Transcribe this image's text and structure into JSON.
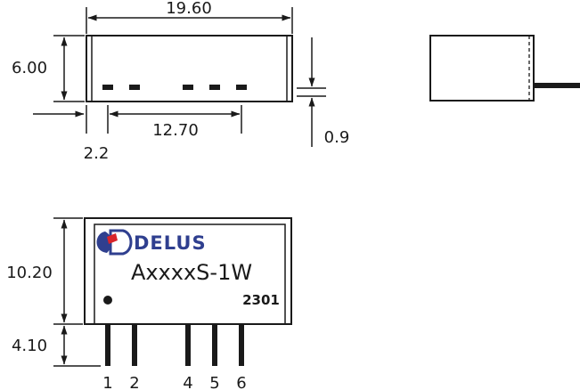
{
  "dimensions": {
    "length": "19.60",
    "height": "6.00",
    "pin_span": "12.70",
    "standoff": "0.9",
    "pin_offset": "2.2",
    "body_height": "10.20",
    "pin_length": "4.10"
  },
  "label": {
    "brand": "DELUS",
    "model": "AxxxxS-1W",
    "date_code": "2301"
  },
  "pins": [
    "1",
    "2",
    "4",
    "5",
    "6"
  ],
  "colors": {
    "line": "#1a1a1a",
    "brand": "#2f3f8f",
    "logo_accent": "#d8242a"
  }
}
